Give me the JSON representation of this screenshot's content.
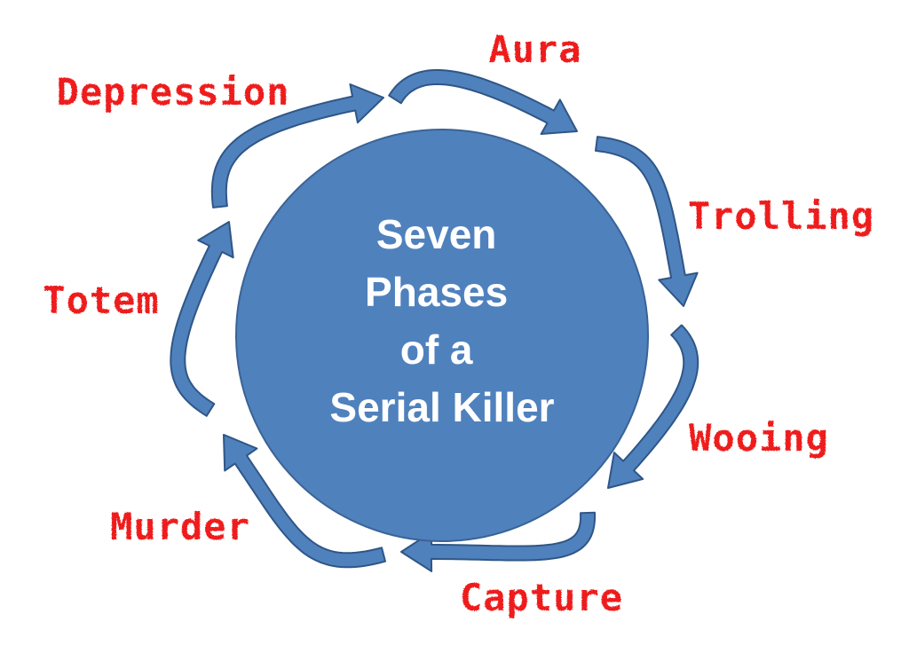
{
  "diagram": {
    "center_lines": [
      "Seven",
      "Phases",
      "of a",
      "Serial Killer"
    ],
    "phases": [
      {
        "name": "aura",
        "label": "Aura"
      },
      {
        "name": "trolling",
        "label": "Trolling"
      },
      {
        "name": "wooing",
        "label": "Wooing"
      },
      {
        "name": "capture",
        "label": "Capture"
      },
      {
        "name": "murder",
        "label": "Murder"
      },
      {
        "name": "totem",
        "label": "Totem"
      },
      {
        "name": "depression",
        "label": "Depression"
      }
    ],
    "colors": {
      "circle_fill": "#4f81bd",
      "circle_stroke": "#3a6396",
      "arrow_fill": "#4f81bd",
      "arrow_stroke": "#2f5686",
      "label_color": "#ee1c1c",
      "center_text": "#ffffff"
    }
  }
}
